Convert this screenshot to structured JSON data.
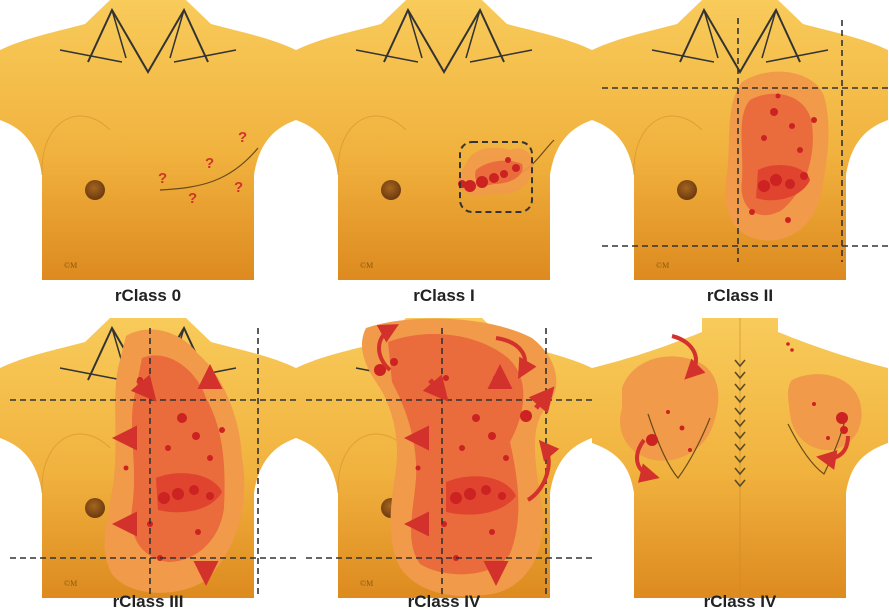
{
  "panels": [
    {
      "caption": "rClass 0",
      "question_marks": [
        "?",
        "?",
        "?",
        "?",
        "?"
      ]
    },
    {
      "caption": "rClass I"
    },
    {
      "caption": "rClass II"
    },
    {
      "caption": "rClass III"
    },
    {
      "caption": "rClass IV"
    },
    {
      "caption": "rClass IV"
    }
  ],
  "colors": {
    "skin_light": "#f6c24a",
    "skin_dark": "#d9861a",
    "tumor_outer": "#f19a4a",
    "tumor_mid": "#ea6b3c",
    "tumor_inner": "#e0442f",
    "nodule": "#cc2222",
    "arrow": "#d2322b",
    "guide_line": "#333333"
  }
}
